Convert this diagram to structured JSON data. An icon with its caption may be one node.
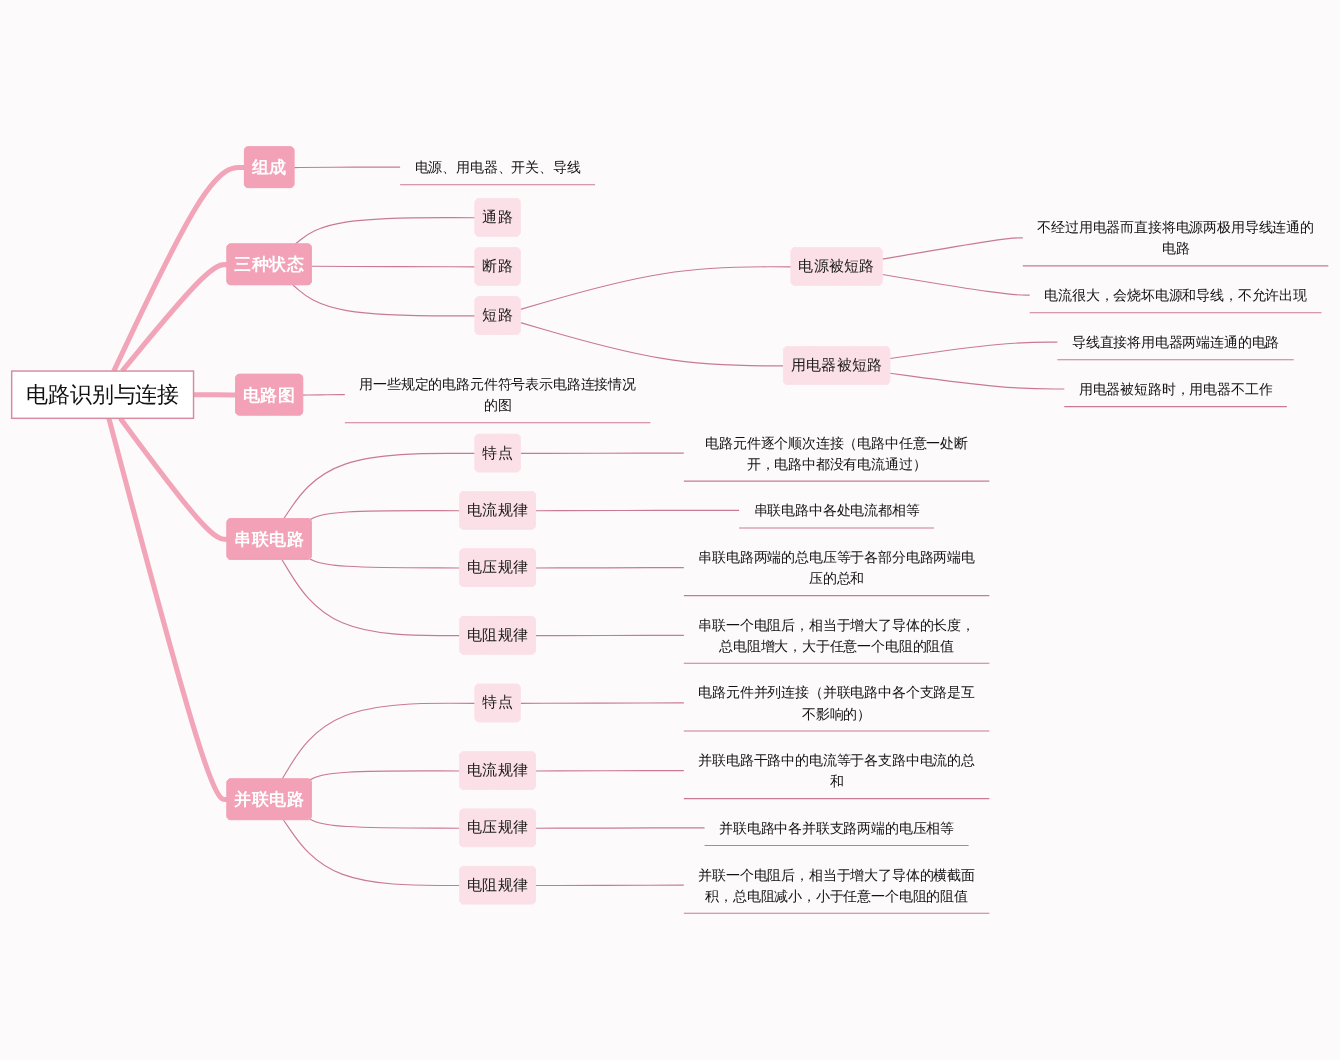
{
  "diagram": {
    "nodes": [
      {
        "text": [
          "电路识别与连接"
        ]
      },
      {
        "text": [
          "组成"
        ]
      },
      {
        "text": [
          "电源、用电器、开关、导线"
        ]
      },
      {
        "text": [
          "三种状态"
        ]
      },
      {
        "text": [
          "通路"
        ]
      },
      {
        "text": [
          "断路"
        ]
      },
      {
        "text": [
          "短路"
        ]
      },
      {
        "text": [
          "电源被短路"
        ]
      },
      {
        "text": [
          "不经过用电器而直接将电源两极用导线连通的电路"
        ]
      },
      {
        "text": [
          "电流很大，会烧坏电源和导线，不允许出现"
        ]
      },
      {
        "text": [
          "用电器被短路"
        ]
      },
      {
        "text": [
          "导线直接将用电器两端连通的电路"
        ]
      },
      {
        "text": [
          "用电器被短路时，用电器不工作"
        ]
      },
      {
        "text": [
          "电路图"
        ]
      },
      {
        "text": [
          "用一些规定的电路元件符号表示电路连接情况的图"
        ]
      },
      {
        "text": [
          "串联电路"
        ]
      },
      {
        "text": [
          "特点"
        ]
      },
      {
        "text": [
          "电路元件逐个顺次连接（电路中任意一处断开，电路中都没有电流通过）"
        ]
      },
      {
        "text": [
          "电流规律"
        ]
      },
      {
        "text": [
          "串联电路中各处电流都相等"
        ]
      },
      {
        "text": [
          "电压规律"
        ]
      },
      {
        "text": [
          "串联电路两端的总电压等于各部分电路两端电压的总和"
        ]
      },
      {
        "text": [
          "电阻规律"
        ]
      },
      {
        "text": [
          "串联一个电阻后，相当于增大了导体的长度，总电阻增大，大于任意一个电阻的阻值"
        ]
      },
      {
        "text": [
          "并联电路"
        ]
      },
      {
        "text": [
          "特点"
        ]
      },
      {
        "text": [
          "电路元件并列连接（并联电路中各个支路是互不影响的）"
        ]
      },
      {
        "text": [
          "电流规律"
        ]
      },
      {
        "text": [
          "并联电路干路中的电流等于各支路中电流的总和"
        ]
      },
      {
        "text": [
          "电压规律"
        ]
      },
      {
        "text": [
          "并联电路中各并联支路两端的电压相等"
        ]
      },
      {
        "text": [
          "电阻规律"
        ]
      },
      {
        "text": [
          "并联一个电阻后，相当于增大了导体的横截面积，总电阻减小，小于任意一个电阻的阻值"
        ]
      }
    ],
    "edges": [
      {
        "from": 0,
        "to": 1,
        "arrow": "none",
        "style": "thick",
        "color": "#f2a5b9"
      },
      {
        "from": 1,
        "to": 2,
        "arrow": "none"
      },
      {
        "from": 0,
        "to": 3,
        "arrow": "none",
        "style": "thick",
        "color": "#f2a5b9"
      },
      {
        "from": 3,
        "to": 4,
        "arrow": "none"
      },
      {
        "from": 3,
        "to": 5,
        "arrow": "none"
      },
      {
        "from": 3,
        "to": 6,
        "arrow": "none"
      },
      {
        "from": 6,
        "to": 7,
        "arrow": "none"
      },
      {
        "from": 7,
        "to": 8,
        "arrow": "none"
      },
      {
        "from": 7,
        "to": 9,
        "arrow": "none"
      },
      {
        "from": 6,
        "to": 10,
        "arrow": "none"
      },
      {
        "from": 10,
        "to": 11,
        "arrow": "none"
      },
      {
        "from": 10,
        "to": 12,
        "arrow": "none"
      },
      {
        "from": 0,
        "to": 13,
        "arrow": "none",
        "style": "thick",
        "color": "#f2a5b9"
      },
      {
        "from": 13,
        "to": 14,
        "arrow": "none"
      },
      {
        "from": 0,
        "to": 15,
        "arrow": "none",
        "style": "thick",
        "color": "#f2a5b9"
      },
      {
        "from": 15,
        "to": 16,
        "arrow": "none"
      },
      {
        "from": 16,
        "to": 17,
        "arrow": "none"
      },
      {
        "from": 15,
        "to": 18,
        "arrow": "none"
      },
      {
        "from": 18,
        "to": 19,
        "arrow": "none"
      },
      {
        "from": 15,
        "to": 20,
        "arrow": "none"
      },
      {
        "from": 20,
        "to": 21,
        "arrow": "none"
      },
      {
        "from": 15,
        "to": 22,
        "arrow": "none"
      },
      {
        "from": 22,
        "to": 23,
        "arrow": "none"
      },
      {
        "from": 0,
        "to": 24,
        "arrow": "none",
        "style": "thick",
        "color": "#f2a5b9"
      },
      {
        "from": 24,
        "to": 25,
        "arrow": "none"
      },
      {
        "from": 25,
        "to": 26,
        "arrow": "none"
      },
      {
        "from": 24,
        "to": 27,
        "arrow": "none"
      },
      {
        "from": 27,
        "to": 28,
        "arrow": "none"
      },
      {
        "from": 24,
        "to": 29,
        "arrow": "none"
      },
      {
        "from": 29,
        "to": 30,
        "arrow": "none"
      },
      {
        "from": 24,
        "to": 31,
        "arrow": "none"
      },
      {
        "from": 31,
        "to": 32,
        "arrow": "none"
      }
    ]
  }
}
